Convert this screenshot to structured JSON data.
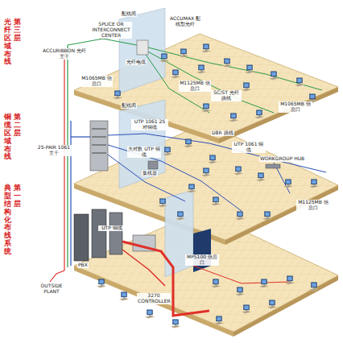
{
  "diagram": {
    "labels": [
      "第三层",
      "光纤区域布线",
      "配线间",
      "SPLICE OR INTERCONNECT CENTER",
      "ACCUMAX 配线型光纤",
      "ACCURIBBON 光纤主干",
      "光纤电缆",
      "M1065MB 信息口",
      "M1125MB 信息口",
      "SC/ST 光纤跳线",
      "M1065MB 信息口",
      "第二层",
      "铜缆区域布线",
      "配线间",
      "25-PAIR 1061 主干",
      "UTP 1061 25 对铜缆",
      "大对数 UTP 铜缆",
      "D8R 跳线",
      "UTP 1061 铜缆",
      "WORKGROUP HUB",
      "集线器",
      "M1125MB 信息口",
      "第一层",
      "典型结构化布线系统",
      "UTP 铜缆",
      "PBX",
      "OUTSIDE PLANT",
      "3270 CONTROLLER",
      "MPS100 信息口"
    ]
  }
}
